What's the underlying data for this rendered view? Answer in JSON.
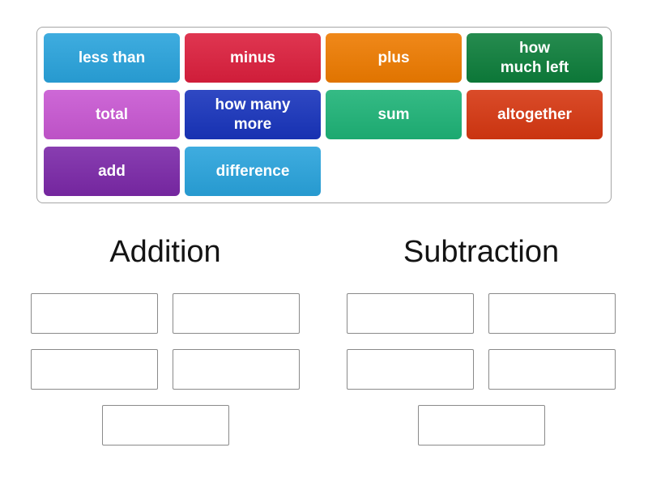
{
  "word_bank": {
    "tiles": [
      {
        "label": "less than",
        "color": "#29A3DC"
      },
      {
        "label": "minus",
        "color": "#DC1F3D"
      },
      {
        "label": "plus",
        "color": "#EE7B00"
      },
      {
        "label": "how\nmuch left",
        "color": "#0D7E3B"
      },
      {
        "label": "total",
        "color": "#C857D2"
      },
      {
        "label": "how many\nmore",
        "color": "#1834BC"
      },
      {
        "label": "sum",
        "color": "#1EB377"
      },
      {
        "label": "altogether",
        "color": "#D63711"
      },
      {
        "label": "add",
        "color": "#7B28A8"
      },
      {
        "label": "difference",
        "color": "#29A3DC"
      }
    ]
  },
  "groups": [
    {
      "title": "Addition",
      "empty_slots": 5
    },
    {
      "title": "Subtraction",
      "empty_slots": 5
    }
  ],
  "colors": {
    "tile_text": "#ffffff",
    "heading_text": "#141414",
    "slot_border": "#8a8a8a",
    "tray_border": "#a6a6a6"
  }
}
